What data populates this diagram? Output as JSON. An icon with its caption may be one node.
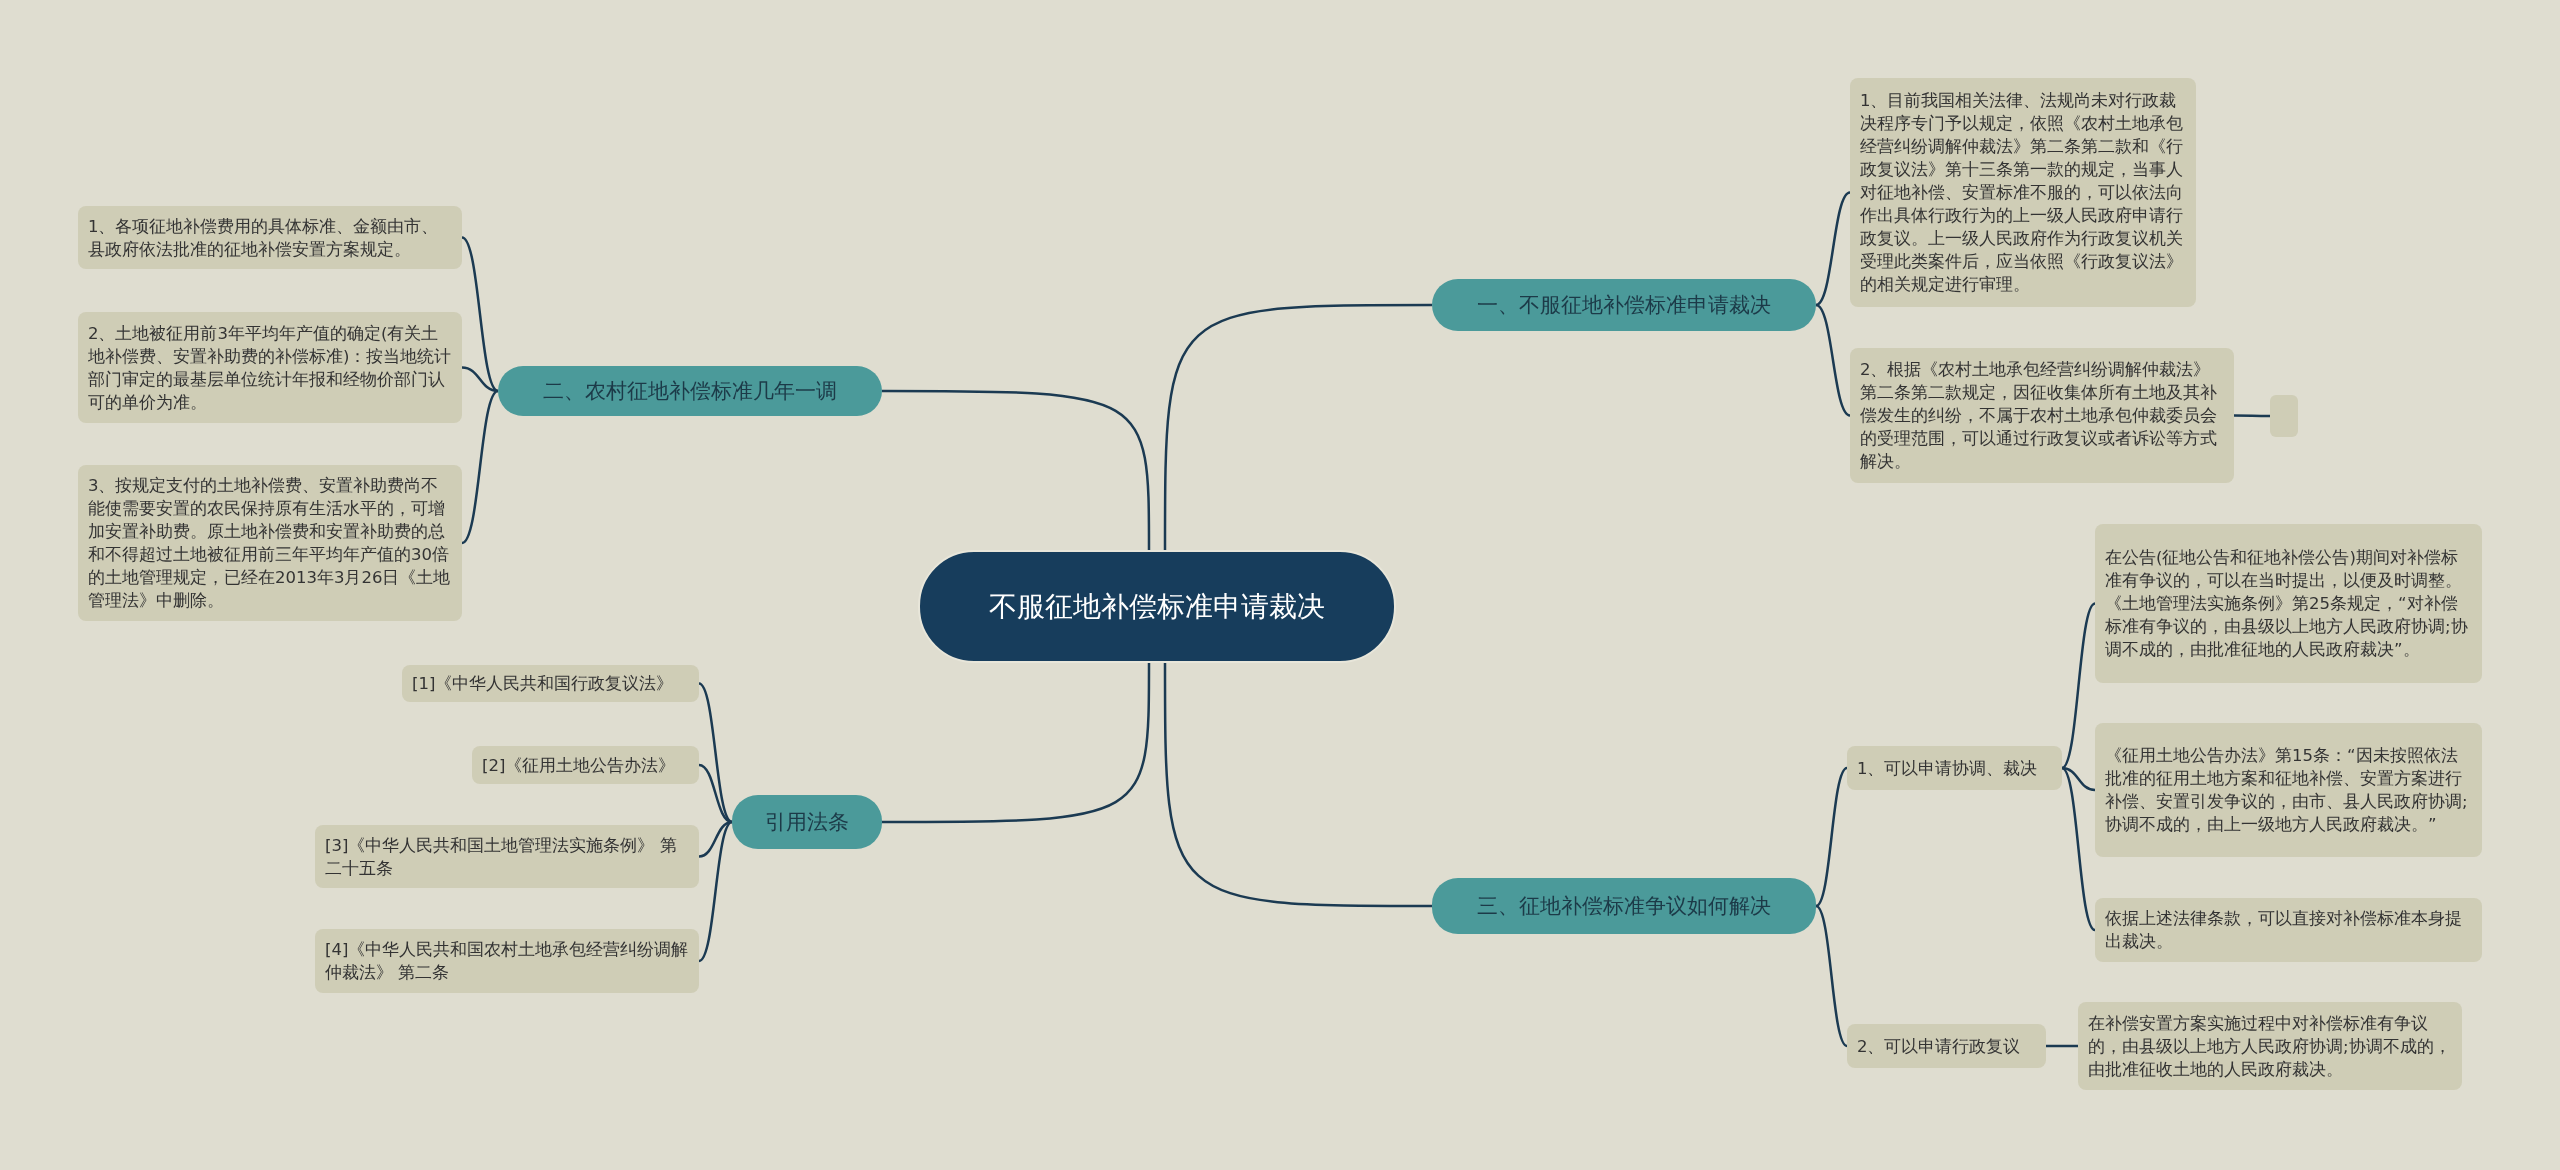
{
  "diagram": {
    "nodes": [
      {
        "text": [
          "不服征地补偿标准申请裁决"
        ]
      },
      {
        "text": [
          "一、不服征地补偿标准申请裁决"
        ]
      },
      {
        "text": [
          "1、目前我国相关法律、法规尚未对行政裁决程序专门予以规定，依照《农村土地承包经营纠纷调解仲裁法》第二条第二款和《行政复议法》第十三条第一款的规定，当事人对征地补偿、安置标准不服的，可以依法向作出具体行政行为的上一级人民政府申请行政复议。上一级人民政府作为行政复议机关受理此类案件后，应当依照《行政复议法》的相关规定进行审理。"
        ]
      },
      {
        "text": [
          "2、根据《农村土地承包经营纠纷调解仲裁法》第二条第二款规定，因征收集体所有土地及其补偿发生的纠纷，不属于农村土地承包仲裁委员会的受理范围，可以通过行政复议或者诉讼等方式解决。"
        ]
      },
      {
        "text": [],
        "shape": "box"
      },
      {
        "text": [
          "二、农村征地补偿标准几年一调"
        ]
      },
      {
        "text": [
          "1、各项征地补偿费用的具体标准、金额由市、县政府依法批准的征地补偿安置方案规定。"
        ]
      },
      {
        "text": [
          "2、土地被征用前3年平均年产值的确定(有关土地补偿费、安置补助费的补偿标准)：按当地统计部门审定的最基层单位统计年报和经物价部门认可的单价为准。"
        ]
      },
      {
        "text": [
          "3、按规定支付的土地补偿费、安置补助费尚不能使需要安置的农民保持原有生活水平的，可增加安置补助费。原土地补偿费和安置补助费的总和不得超过土地被征用前三年平均年产值的30倍的土地管理规定，已经在2013年3月26日《土地管理法》中删除。"
        ]
      },
      {
        "text": [
          "引用法条"
        ]
      },
      {
        "text": [
          "[1]《中华人民共和国行政复议法》"
        ]
      },
      {
        "text": [
          "[2]《征用土地公告办法》"
        ]
      },
      {
        "text": [
          "[3]《中华人民共和国土地管理法实施条例》 第二十五条"
        ]
      },
      {
        "text": [
          "[4]《中华人民共和国农村土地承包经营纠纷调解仲裁法》 第二条"
        ]
      },
      {
        "text": [
          "三、征地补偿标准争议如何解决"
        ]
      },
      {
        "text": [
          "1、可以申请协调、裁决"
        ]
      },
      {
        "text": [
          "在公告(征地公告和征地补偿公告)期间对补偿标准有争议的，可以在当时提出，以便及时调整。《土地管理法实施条例》第25条规定，“对补偿标准有争议的，由县级以上地方人民政府协调;协调不成的，由批准征地的人民政府裁决”。"
        ]
      },
      {
        "text": [
          "《征用土地公告办法》第15条：“因未按照依法批准的征用土地方案和征地补偿、安置方案进行补偿、安置引发争议的，由市、县人民政府协调;协调不成的，由上一级地方人民政府裁决。”"
        ]
      },
      {
        "text": [
          "依据上述法律条款，可以直接对补偿标准本身提出裁决。"
        ]
      },
      {
        "text": [
          "2、可以申请行政复议"
        ]
      },
      {
        "text": [
          "在补偿安置方案实施过程中对补偿标准有争议的，由县级以上地方人民政府协调;协调不成的，由批准征收土地的人民政府裁决。"
        ]
      }
    ],
    "edges": [
      {
        "from": 0,
        "to": 1,
        "arrow": "none"
      },
      {
        "from": 1,
        "to": 2,
        "arrow": "none"
      },
      {
        "from": 1,
        "to": 3,
        "arrow": "none"
      },
      {
        "from": 3,
        "to": 4,
        "arrow": "none"
      },
      {
        "from": 0,
        "to": 5,
        "arrow": "none"
      },
      {
        "from": 5,
        "to": 6,
        "arrow": "none"
      },
      {
        "from": 5,
        "to": 7,
        "arrow": "none"
      },
      {
        "from": 5,
        "to": 8,
        "arrow": "none"
      },
      {
        "from": 0,
        "to": 9,
        "arrow": "none"
      },
      {
        "from": 9,
        "to": 10,
        "arrow": "none"
      },
      {
        "from": 9,
        "to": 11,
        "arrow": "none"
      },
      {
        "from": 9,
        "to": 12,
        "arrow": "none"
      },
      {
        "from": 9,
        "to": 13,
        "arrow": "none"
      },
      {
        "from": 0,
        "to": 14,
        "arrow": "none"
      },
      {
        "from": 14,
        "to": 15,
        "arrow": "none"
      },
      {
        "from": 14,
        "to": 19,
        "arrow": "none"
      },
      {
        "from": 15,
        "to": 16,
        "arrow": "none"
      },
      {
        "from": 15,
        "to": 17,
        "arrow": "none"
      },
      {
        "from": 15,
        "to": 18,
        "arrow": "none"
      },
      {
        "from": 19,
        "to": 20,
        "arrow": "none"
      }
    ]
  }
}
